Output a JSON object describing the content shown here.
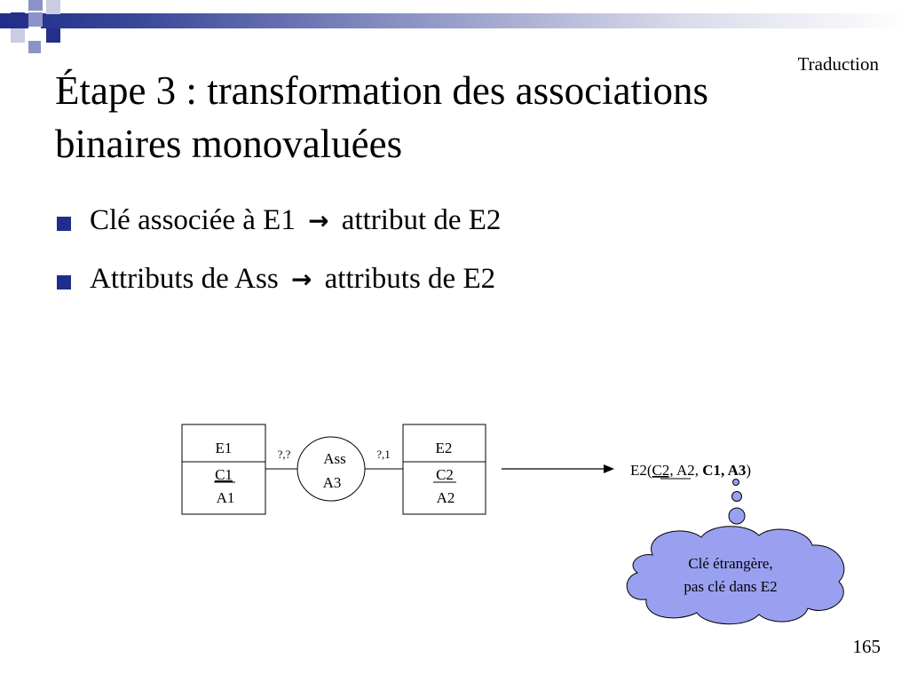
{
  "header": {
    "section": "Traduction",
    "title": "Étape 3 : transformation des associations binaires monovaluées"
  },
  "bullets": [
    {
      "left": "Clé associée à E1",
      "arrow": "→",
      "right": "attribut de E2"
    },
    {
      "left": "Attributs de Ass",
      "arrow": "→",
      "right": "attributs de E2"
    }
  ],
  "diagram": {
    "entity1": {
      "name": "E1",
      "key": "C1",
      "attr": "A1"
    },
    "association": {
      "name": "Ass",
      "attr": "A3"
    },
    "entity2": {
      "name": "E2",
      "key": "C2",
      "attr": "A2"
    },
    "card_left": "?,?",
    "card_right": "?,1",
    "result": {
      "prefix": "E2(",
      "key": "C2,",
      "mid": " A2, ",
      "fk": "C1, A3",
      "suffix": ")"
    },
    "callout": {
      "line1": "Clé étrangère,",
      "line2": "pas clé dans E2"
    }
  },
  "footer": {
    "page": "165"
  },
  "colors": {
    "brand_dark": "#1f2d8c",
    "cloud_fill": "#9aa0f0"
  }
}
